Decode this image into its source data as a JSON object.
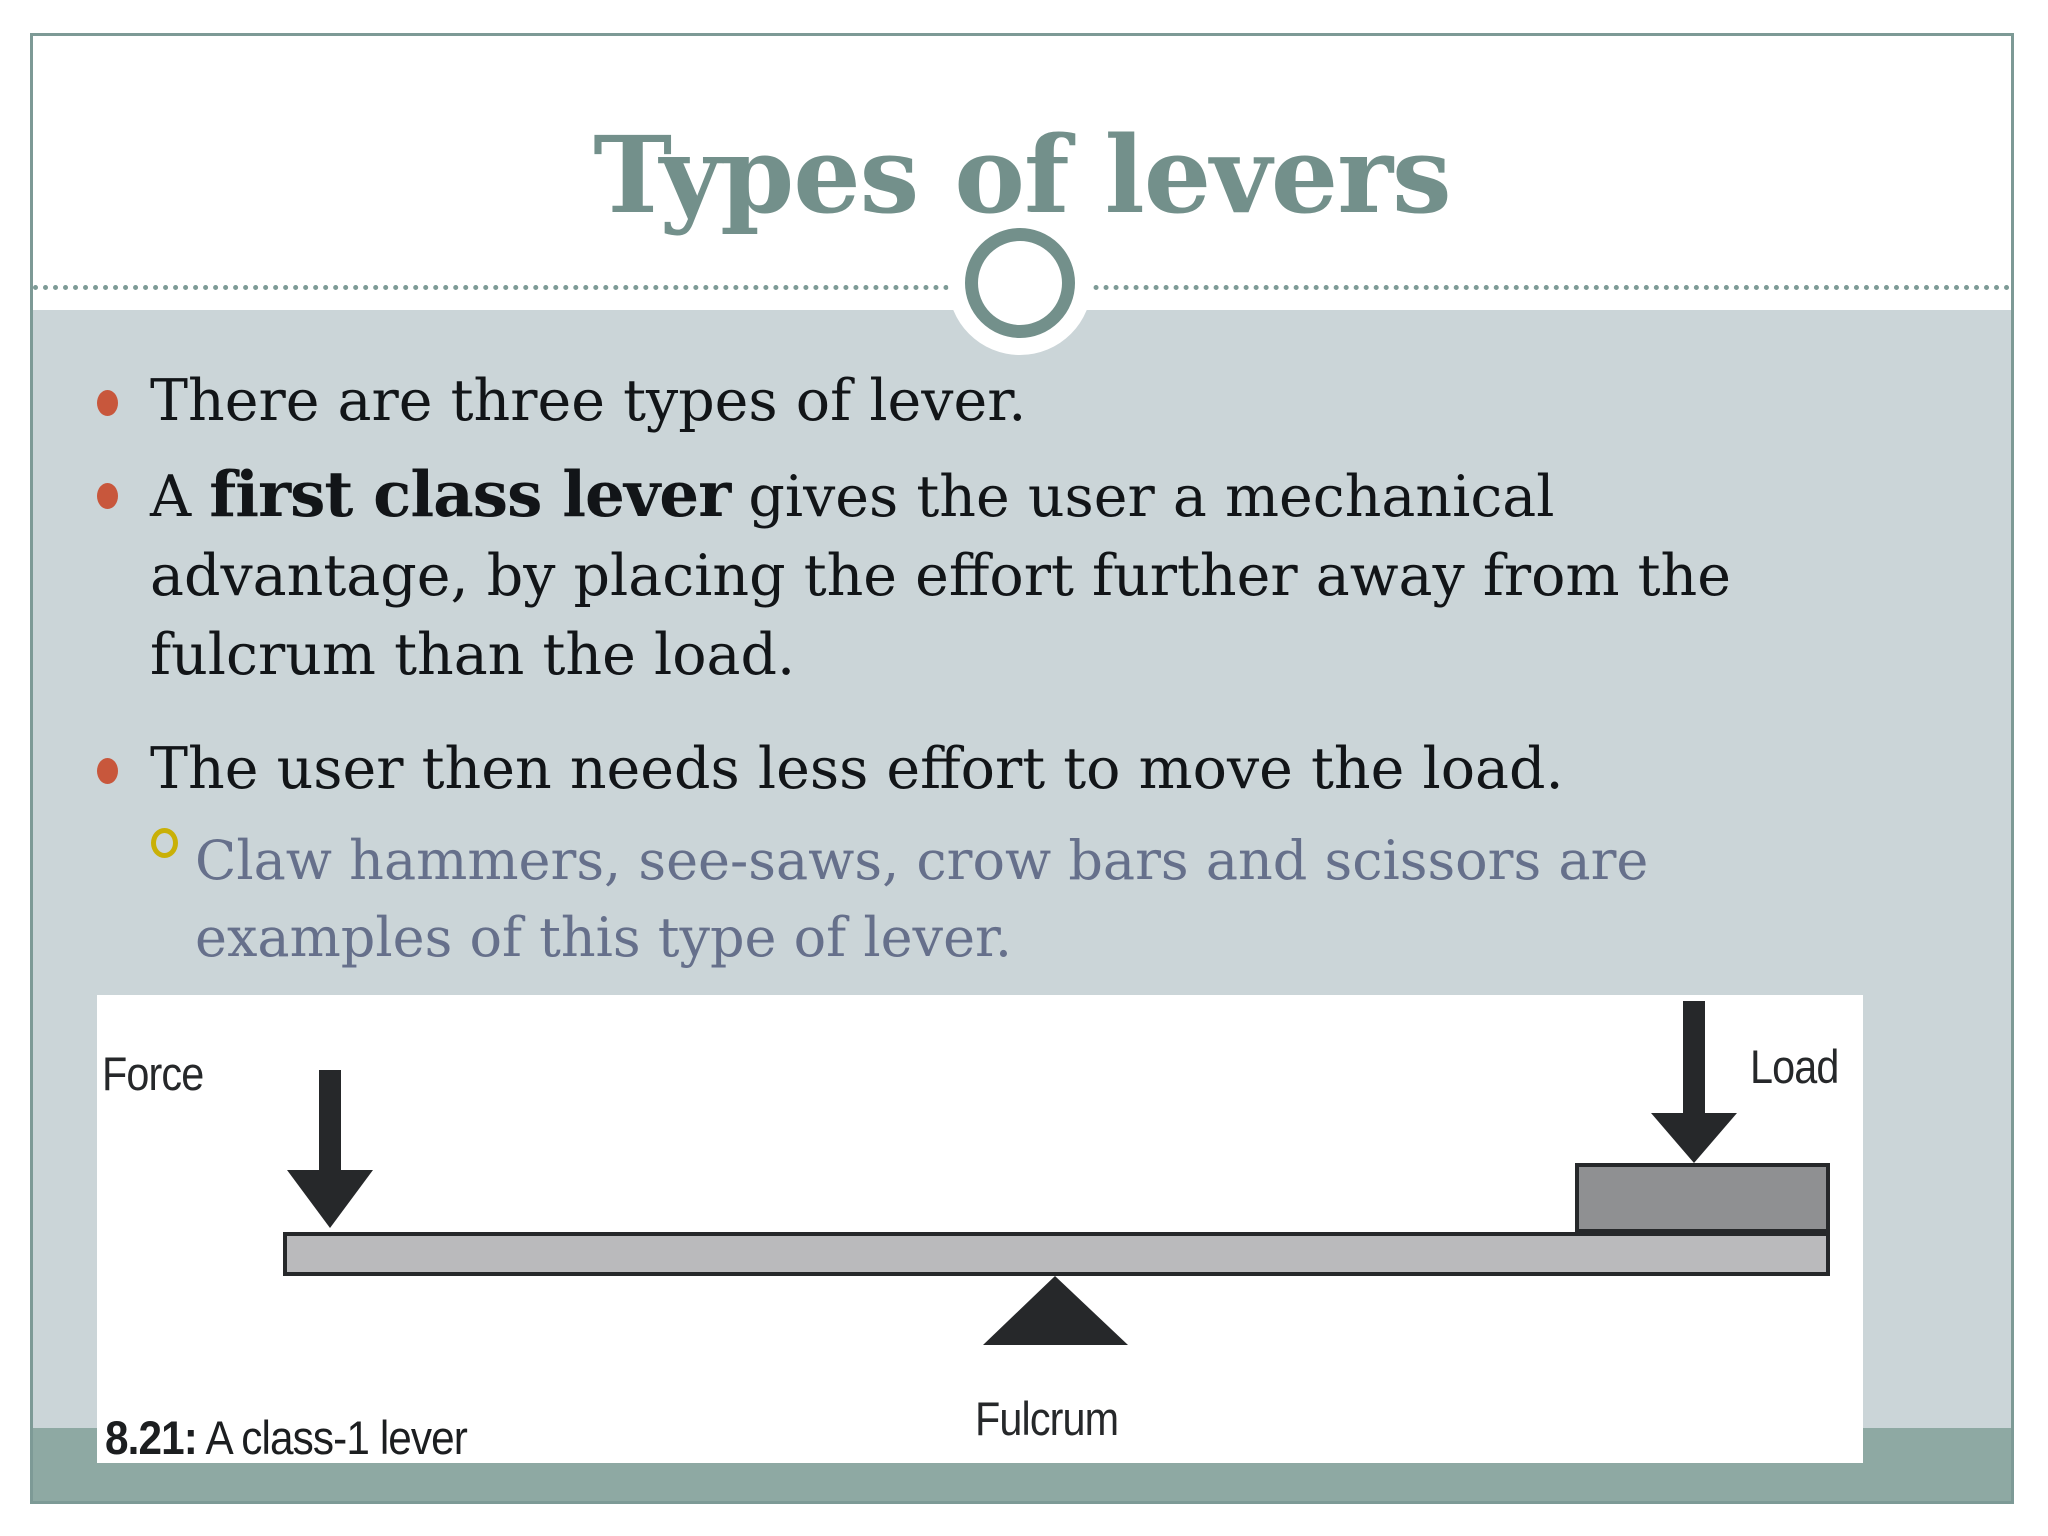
{
  "slide": {
    "title": "Types of levers",
    "bullets": [
      "There are three types of lever.",
      {
        "lines": [
          [
            "A ",
            "first class lever",
            " gives the user a mechanical"
          ],
          [
            "advantage, by placing the effort further away from the"
          ],
          [
            "fulcrum than the load."
          ]
        ]
      },
      "The user then needs less effort to move the load.",
      {
        "lines": [
          "Claw hammers, see-saws, crow bars and scissors are",
          "examples of this type of lever."
        ]
      }
    ],
    "figure": {
      "force_label": "Force",
      "load_label": "Load",
      "fulcrum_label": "Fulcrum",
      "caption_number": "8.21:",
      "caption_text": " A class-1 lever"
    },
    "colors": {
      "title_teal": "#73908b",
      "frame_border": "#7d9a96",
      "content_background": "#cbd5d8",
      "bottom_band": "#8ea9a3",
      "bullet_dot_orange": "#c8573c",
      "sub_bullet_ring_gold": "#c9b007",
      "sub_text_blue_gray": "#66708b",
      "body_text": "#121518",
      "diagram_ink": "#26282a",
      "lever_bar_fill": "#bababc",
      "load_box_fill": "#8f9092"
    }
  }
}
